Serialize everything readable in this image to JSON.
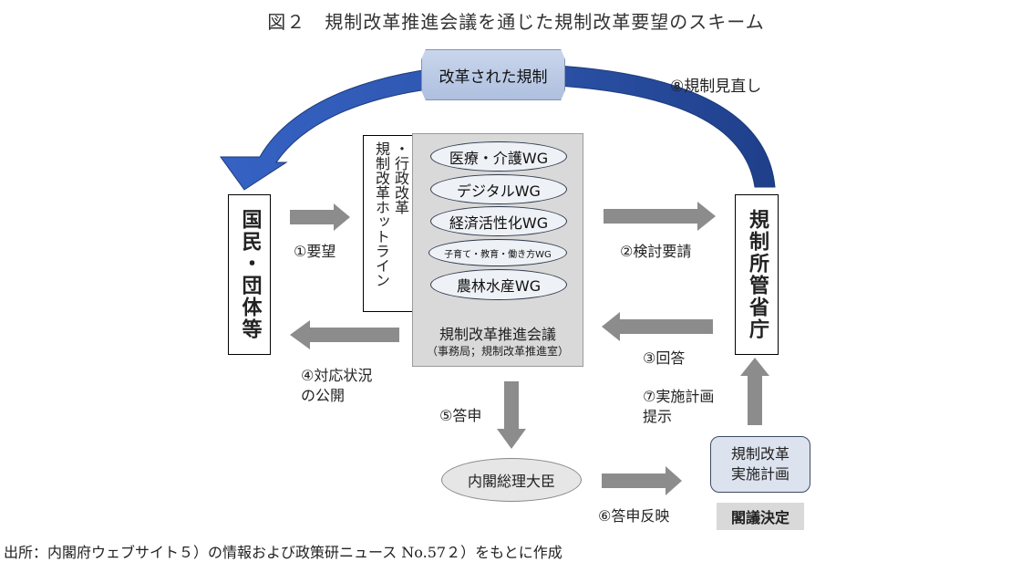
{
  "title": "図２　規制改革推進会議を通じた規制改革要望のスキーム",
  "reformed": "改革された規制",
  "step8": "⑧規制見直し",
  "people": "国民・団体等",
  "hotline": {
    "line1": "規制改革ホットライン",
    "line2": "・行政改革"
  },
  "council": {
    "wg": [
      "医療・介護WG",
      "デジタルWG",
      "経済活性化WG",
      "子育て・教育・働き方WG",
      "農林水産WG"
    ],
    "name": "規制改革推進会議",
    "sub": "（事務局；規制改革推進室）"
  },
  "ministry": "規制所管省庁",
  "step1": "①要望",
  "step2": "②検討要請",
  "step3": "③回答",
  "step4": {
    "line1": "④対応状況",
    "line2": "の公開"
  },
  "step5": "⑤答申",
  "step6": "⑥答申反映",
  "step7": {
    "line1": "⑦実施計画",
    "line2": "提示"
  },
  "cabinet_office": "内閣総理大臣",
  "plan": {
    "line1": "規制改革",
    "line2": "実施計画"
  },
  "cabinet_decision": "閣議決定",
  "source": "出所：内閣府ウェブサイト５）の情報および政策研ニュース No.57２）をもとに作成",
  "colors": {
    "arrow_gray": "#8c8c8c",
    "curve_blue": "#3a62b6",
    "panel_gray": "#d9d9d9"
  }
}
